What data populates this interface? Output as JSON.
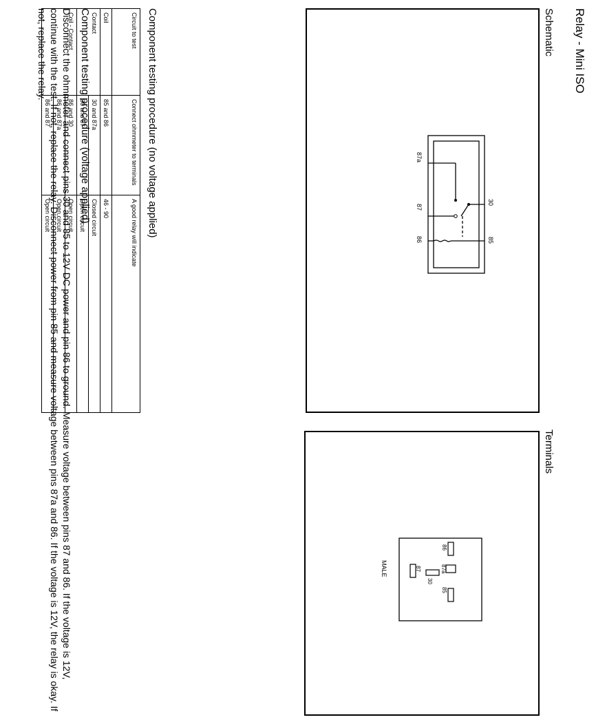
{
  "page_title": "Relay - Mini ISO",
  "schematic": {
    "heading": "Schematic",
    "pins": {
      "p30": "30",
      "p85": "85",
      "p87a": "87a",
      "p87": "87",
      "p86": "86"
    }
  },
  "terminals": {
    "heading": "Terminals",
    "label": "MALE",
    "pins": {
      "p86": "86",
      "p87a": "87a",
      "p87": "87",
      "p30": "30",
      "p85": "85"
    }
  },
  "no_voltage": {
    "heading": "Component testing procedure (no voltage applied)",
    "table": {
      "headers": [
        "Circuit to test",
        "Connect ohmmeter to terminals",
        "A good relay will indicate"
      ],
      "rows": [
        {
          "circuit": "Coil",
          "terminals": "85 and 86",
          "result": "46 - 90"
        },
        {
          "circuit": "Contact",
          "terminals": "30 and 87a",
          "result": "Closed circuit"
        },
        {
          "circuit": "",
          "terminals": "30 and 87",
          "result": "Open circuit"
        },
        {
          "circuit": "Coil - Contact",
          "terminals": "86 and 30",
          "result": "Open circuit"
        },
        {
          "circuit": "",
          "terminals": "86 and 87a",
          "result": "Open circuit"
        },
        {
          "circuit": "",
          "terminals": "86 and 87",
          "result": "Open circuit"
        }
      ]
    }
  },
  "voltage": {
    "heading": "Component testing procedure (voltage applied)",
    "text": "Disconnect the ohmmeter and connect pins 30 and 85 to 12V DC power and pin 86 to ground. Measure voltage between pins 87 and 86. If the voltage is 12V, continue with the test. If not, replace the relay. Disconnect power from pin 85 and measure voltage between pins 87a and 86. If the voltage is 12V, the relay is okay. If not, replace the relay."
  }
}
